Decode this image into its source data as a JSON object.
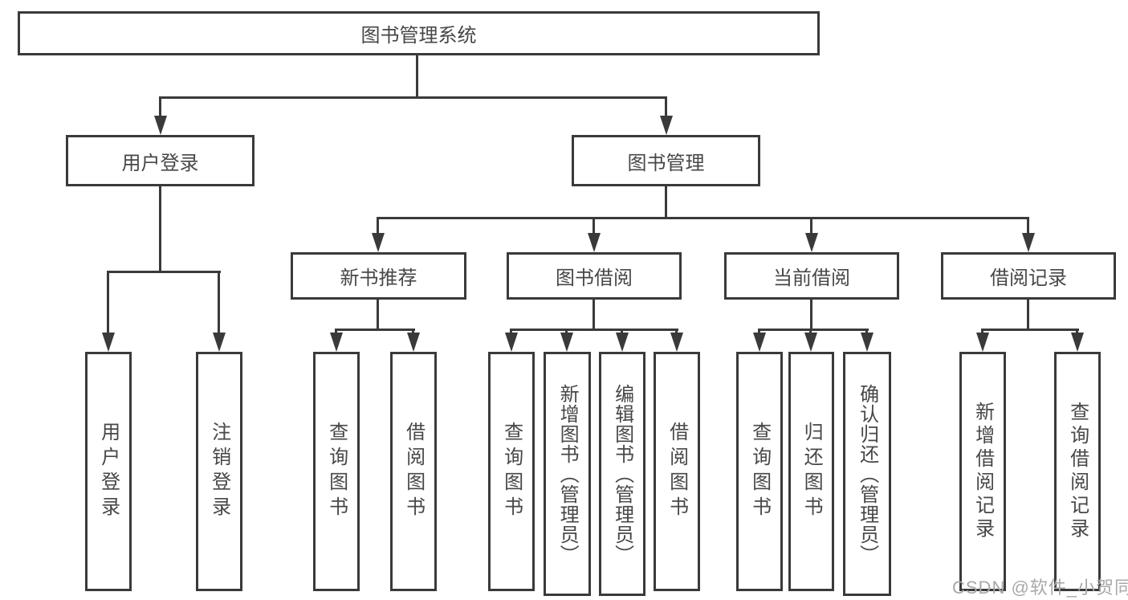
{
  "title": {
    "label": "图书管理系统"
  },
  "colors": {
    "line": "#3a3a3a",
    "text": "#474747",
    "watermark": "#a8a8a8"
  },
  "nodes": {
    "user_login": {
      "label": "用户登录"
    },
    "book_mgmt": {
      "label": "图书管理"
    },
    "new_books": {
      "label": "新书推荐"
    },
    "book_borrow": {
      "label": "图书借阅"
    },
    "current_borrow": {
      "label": "当前借阅"
    },
    "borrow_records": {
      "label": "借阅记录"
    }
  },
  "leaves": {
    "user_login": [
      "用户登录",
      "注销登录"
    ],
    "new_books": [
      "查询图书",
      "借阅图书"
    ],
    "book_borrow": [
      "查询图书",
      "新增图书（管理员）",
      "编辑图书（管理员）",
      "借阅图书"
    ],
    "current_borrow": [
      "查询图书",
      "归还图书",
      "确认归还（管理员）"
    ],
    "borrow_records": [
      "新增借阅记录",
      "查询借阅记录"
    ]
  },
  "watermark": "CSDN @软件_小贺同学"
}
